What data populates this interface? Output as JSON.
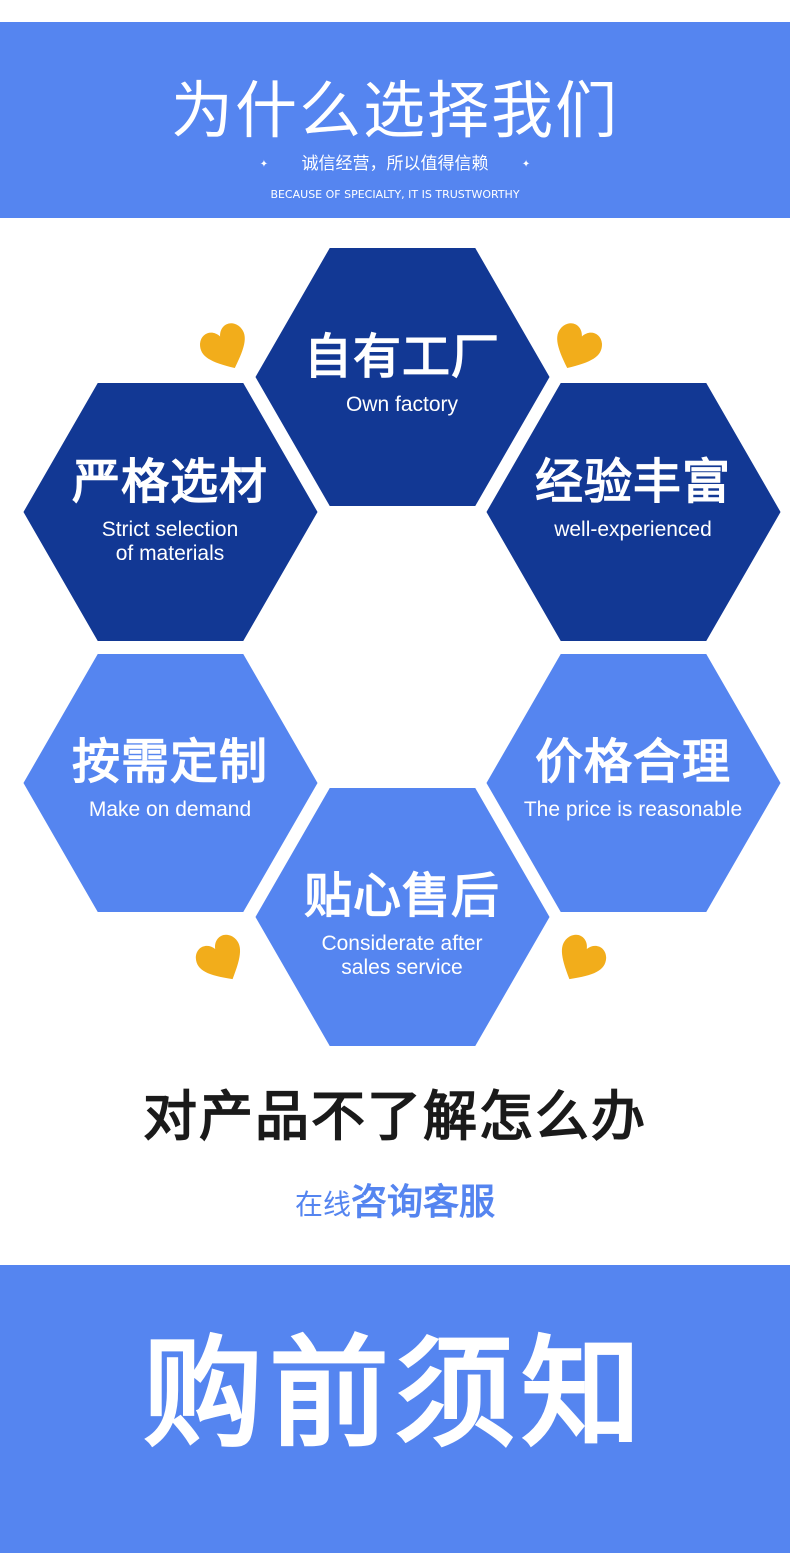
{
  "colors": {
    "accent": "#5585f0",
    "dark_blue": "#123894",
    "heart": "#f2ad1b",
    "hex_border": "#ffffff"
  },
  "header": {
    "title": "为什么选择我们",
    "subtitle": "诚信经营，所以值得信赖",
    "english": "BECAUSE OF SPECIALTY, IT IS TRUSTWORTHY"
  },
  "features": [
    {
      "cn": "自有工厂",
      "en": "Own factory",
      "color": "dark"
    },
    {
      "cn": "严格选材",
      "en": "Strict selection\nof materials",
      "color": "dark"
    },
    {
      "cn": "经验丰富",
      "en": "well-experienced",
      "color": "dark"
    },
    {
      "cn": "按需定制",
      "en": "Make on demand",
      "color": "light"
    },
    {
      "cn": "价格合理",
      "en": "The price is reasonable",
      "color": "light"
    },
    {
      "cn": "贴心售后",
      "en": "Considerate after\nsales service",
      "color": "light"
    }
  ],
  "question": "对产品不了解怎么办",
  "consult": {
    "prefix": "在线",
    "main": "咨询客服"
  },
  "notice_title": "购前须知"
}
